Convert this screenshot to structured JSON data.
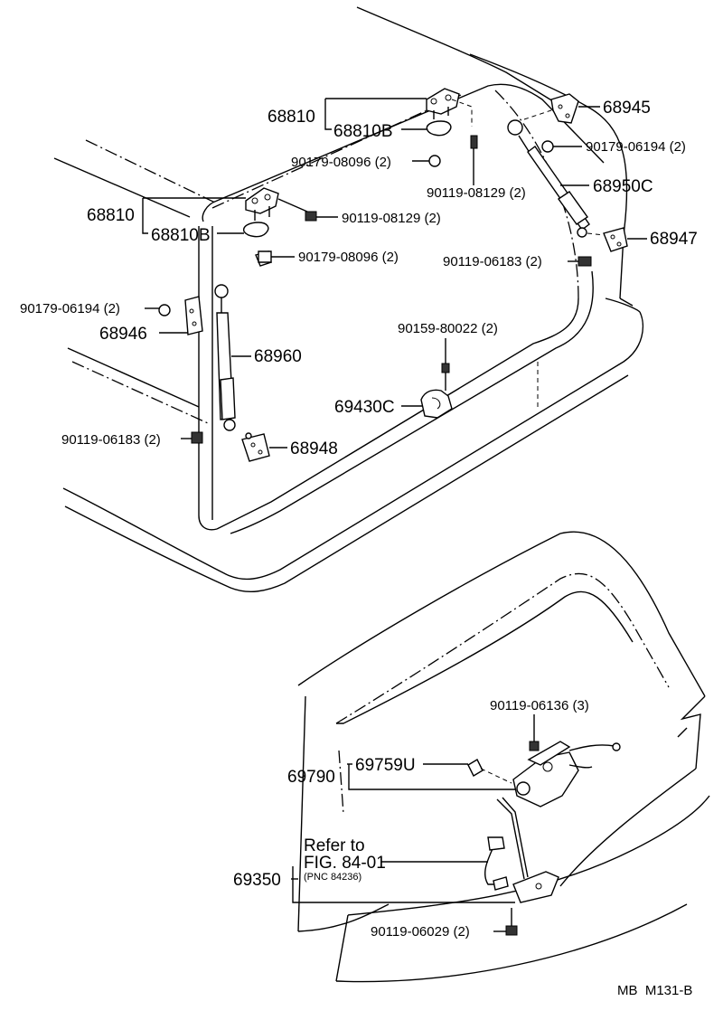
{
  "labels": {
    "p68810_a": "68810",
    "p68810b_a": "68810B",
    "p68945": "68945",
    "p90179_06194_r": "90179-06194 (2)",
    "p90179_08096_a": "90179-08096 (2)",
    "p90119_08129_a": "90119-08129 (2)",
    "p68950c": "68950C",
    "p68810_b": "68810",
    "p68810b_b": "68810B",
    "p90119_08129_b": "90119-08129 (2)",
    "p68947": "68947",
    "p90179_08096_b": "90179-08096 (2)",
    "p90119_06183_r": "90119-06183 (2)",
    "p90179_06194_l": "90179-06194 (2)",
    "p68946": "68946",
    "p90159_80022": "90159-80022 (2)",
    "p68960": "68960",
    "p69430c": "69430C",
    "p90119_06183_l": "90119-06183 (2)",
    "p68948": "68948",
    "p90119_06136": "90119-06136 (3)",
    "p69790": "69790",
    "p69759u": "69759U",
    "refer_to": "Refer to",
    "fig_ref": "FIG. 84-01",
    "pnc_ref": "(PNC 84236)",
    "p69350": "69350",
    "p90119_06029": "90119-06029 (2)",
    "footer_code": "MB  M131-B"
  }
}
